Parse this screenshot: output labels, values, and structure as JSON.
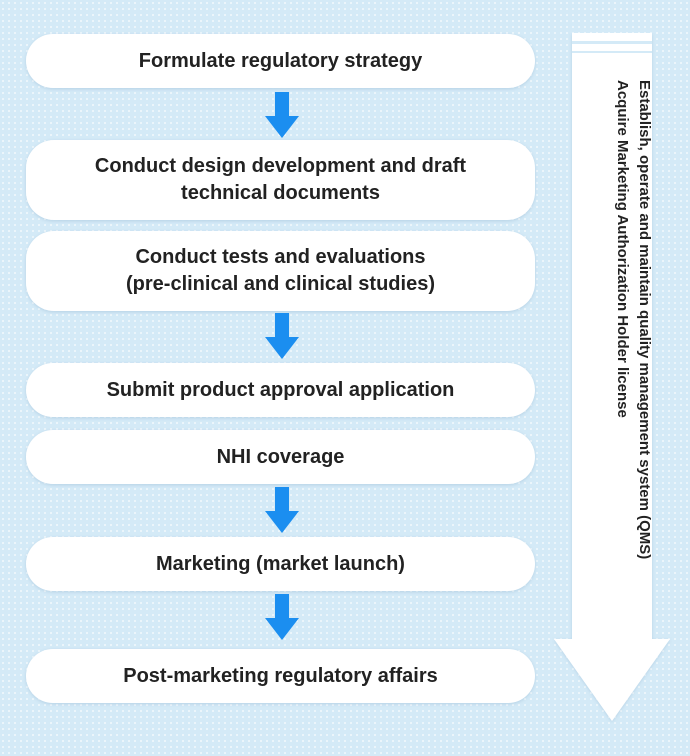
{
  "steps": [
    {
      "id": "formulate",
      "lines": [
        "Formulate regulatory strategy"
      ]
    },
    {
      "id": "design",
      "lines": [
        "Conduct design development and draft",
        "technical documents"
      ]
    },
    {
      "id": "tests",
      "lines": [
        "Conduct tests and evaluations",
        "(pre-clinical and clinical studies)"
      ]
    },
    {
      "id": "submit",
      "lines": [
        "Submit product approval application"
      ]
    },
    {
      "id": "nhi",
      "lines": [
        "NHI coverage"
      ]
    },
    {
      "id": "marketing",
      "lines": [
        "Marketing (market launch)"
      ]
    },
    {
      "id": "post",
      "lines": [
        "Post-marketing regulatory affairs"
      ]
    }
  ],
  "side": {
    "line1": "Establish, operate and maintain quality management system (QMS)",
    "line2": "Acquire Marketing Authorization Holder license"
  },
  "colors": {
    "flow_arrow": "#1b8ef0",
    "side_arrow_fill": "#ffffff",
    "side_arrow_stripes": "#d4eaf7",
    "background": "#d4eaf7"
  }
}
